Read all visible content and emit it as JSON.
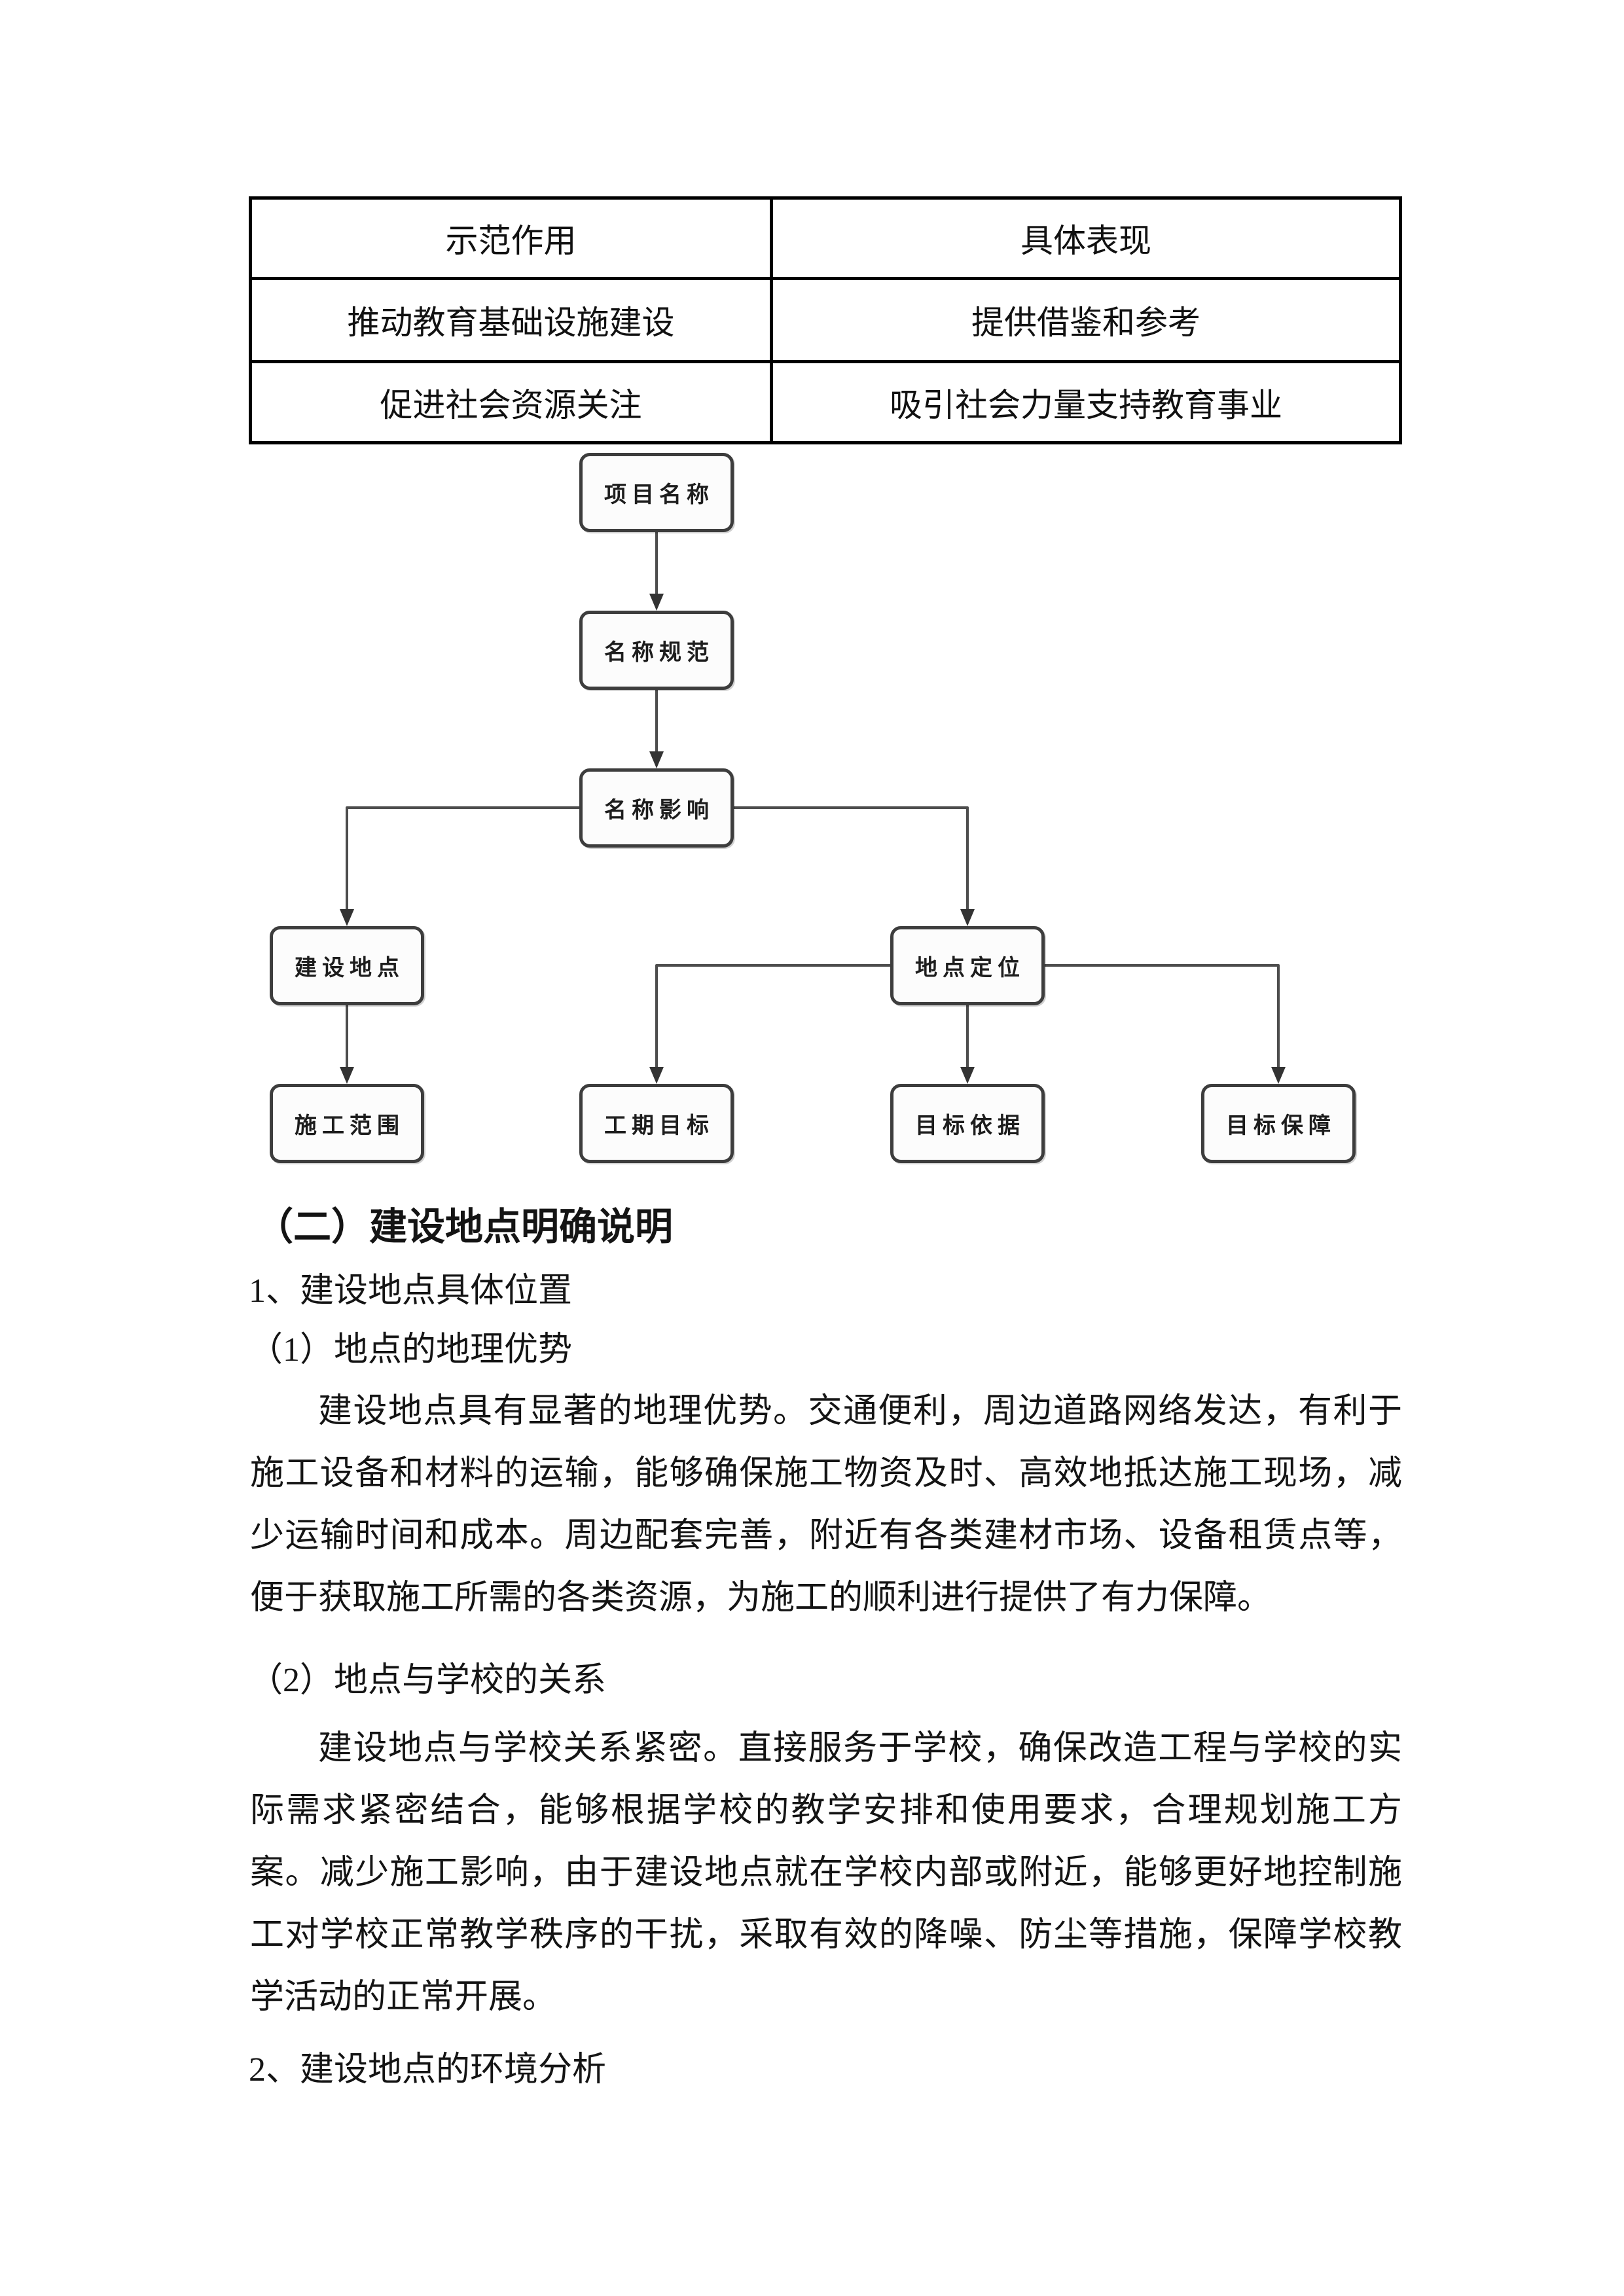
{
  "colors": {
    "page_background": "#ffffff",
    "text": "#141414",
    "table_border": "#000000",
    "node_border": "#3d3d3d",
    "node_fill": "#fcfcfc",
    "connector": "#4d4d4d",
    "arrowhead": "#333333"
  },
  "table": {
    "headers": [
      "示范作用",
      "具体表现"
    ],
    "rows": [
      [
        "推动教育基础设施建设",
        "提供借鉴和参考"
      ],
      [
        "促进社会资源关注",
        "吸引社会力量支持教育事业"
      ]
    ]
  },
  "flowchart": {
    "nodes": [
      {
        "id": "project-name",
        "label": "项目名称"
      },
      {
        "id": "name-standard",
        "label": "名称规范"
      },
      {
        "id": "name-impact",
        "label": "名称影响"
      },
      {
        "id": "construction-site",
        "label": "建设地点"
      },
      {
        "id": "site-positioning",
        "label": "地点定位"
      },
      {
        "id": "construction-scope",
        "label": "施工范围"
      },
      {
        "id": "schedule-goal",
        "label": "工期目标"
      },
      {
        "id": "goal-basis",
        "label": "目标依据"
      },
      {
        "id": "goal-guarantee",
        "label": "目标保障"
      }
    ]
  },
  "sections": {
    "heading2": "（二）建设地点明确说明",
    "sub1": "1、建设地点具体位置",
    "sub1a": "（1）地点的地理优势",
    "para1": "建设地点具有显著的地理优势。交通便利，周边道路网络发达，有利于施工设备和材料的运输，能够确保施工物资及时、高效地抵达施工现场，减少运输时间和成本。周边配套完善，附近有各类建材市场、设备租赁点等，便于获取施工所需的各类资源，为施工的顺利进行提供了有力保障。",
    "sub1b": "（2）地点与学校的关系",
    "para2": "建设地点与学校关系紧密。直接服务于学校，确保改造工程与学校的实际需求紧密结合，能够根据学校的教学安排和使用要求，合理规划施工方案。减少施工影响，由于建设地点就在学校内部或附近，能够更好地控制施工对学校正常教学秩序的干扰，采取有效的降噪、防尘等措施，保障学校教学活动的正常开展。",
    "sub2": "2、建设地点的环境分析"
  }
}
